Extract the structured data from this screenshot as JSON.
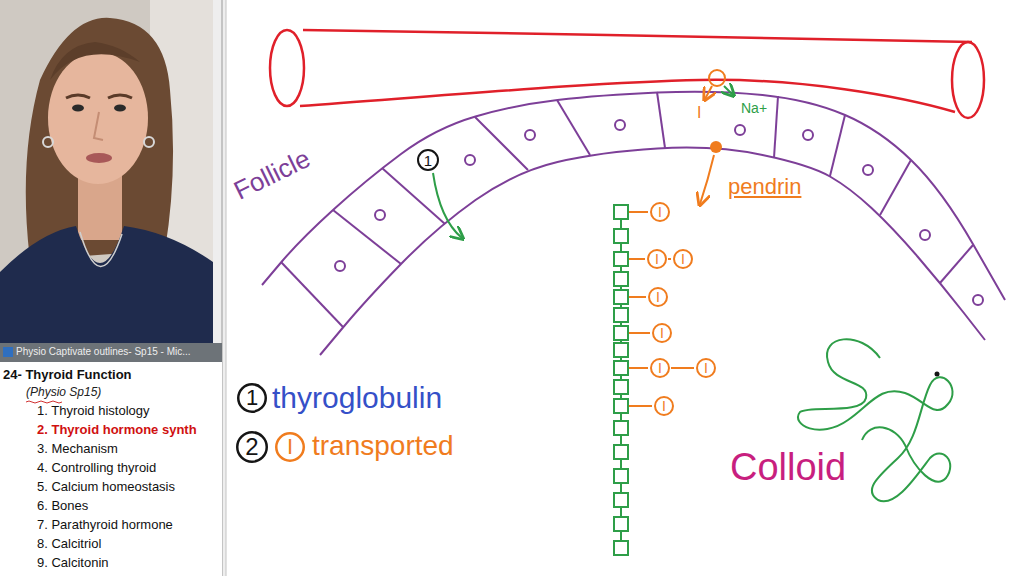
{
  "diagram": {
    "nodes": [
      {
        "text": [
          "1"
        ]
      },
      {
        "text": [
          "I"
        ]
      },
      {
        "text": [
          "I"
        ]
      },
      {
        "text": [
          "I"
        ]
      },
      {
        "text": [
          "I"
        ]
      },
      {
        "text": [
          "I"
        ]
      },
      {
        "text": [
          "I"
        ]
      },
      {
        "text": [
          "I"
        ]
      },
      {
        "text": [
          "I"
        ]
      },
      {
        "text": [
          "1"
        ]
      },
      {
        "text": [
          "2"
        ]
      },
      {
        "text": [
          "I"
        ]
      }
    ],
    "labels": [
      "Follicle",
      "I",
      "Na+",
      "pendrin",
      "Colloid",
      "thyroglobulin",
      "transported",
      "Physio Captivate outlines- Sp15 - Mic...",
      "24- Thyroid Function",
      "(Physio Sp15)",
      "1. Thyroid histology",
      "2. Thyroid hormone synth",
      "3. Mechanism",
      "4. Controlling thyroid",
      "5. Calcium homeostasis",
      "6. Bones",
      "7. Parathyroid hormone",
      "8. Calcitriol",
      "9. Calcitonin"
    ]
  }
}
